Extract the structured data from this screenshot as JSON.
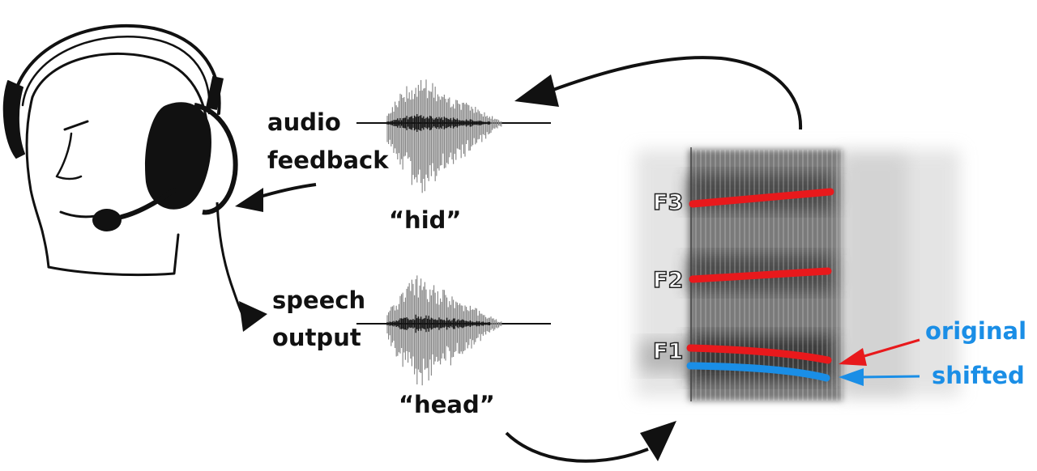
{
  "labels": {
    "audio_feedback_line1": "audio",
    "audio_feedback_line2": "feedback",
    "speech_output_line1": "speech",
    "speech_output_line2": "output",
    "word_top": "“hid”",
    "word_bottom": "“head”",
    "formant_f3": "F3",
    "formant_f2": "F2",
    "formant_f1": "F1",
    "original": "original",
    "shifted": "shifted"
  },
  "colors": {
    "original_track": "#e8191c",
    "shifted_track": "#1a8ee6",
    "ink": "#111111",
    "waveform_gray": "#8a8a8a"
  },
  "icons": {
    "headset": "head-with-headset-icon",
    "microphone": "microphone-icon"
  }
}
